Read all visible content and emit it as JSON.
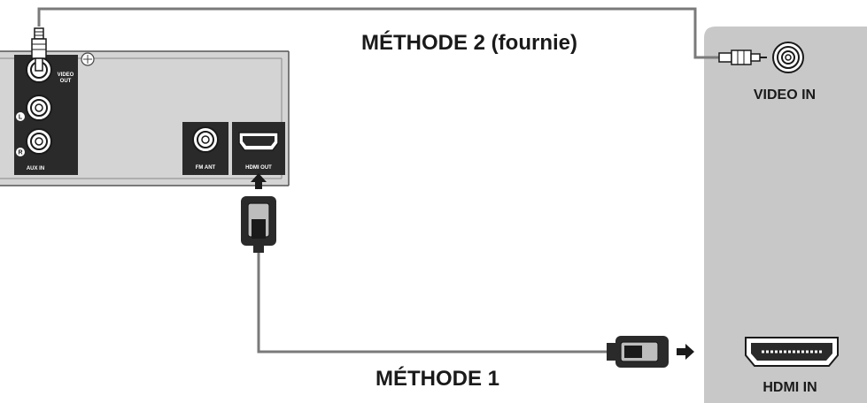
{
  "labels": {
    "method2": "MÉTHODE 2 (fournie)",
    "method1": "MÉTHODE 1",
    "video_in": "VIDEO IN",
    "hdmi_in": "HDMI IN",
    "video_out": "VIDEO OUT",
    "aux_in": "AUX IN",
    "fm_ant": "FM ANT",
    "hdmi_out": "HDMI OUT",
    "l_mark": "L",
    "r_mark": "R"
  },
  "colors": {
    "tv_panel": "#c8c8c8",
    "device_body": "#d4d4d4",
    "cable": "#7a7a7a",
    "ink": "#1a1a1a"
  }
}
